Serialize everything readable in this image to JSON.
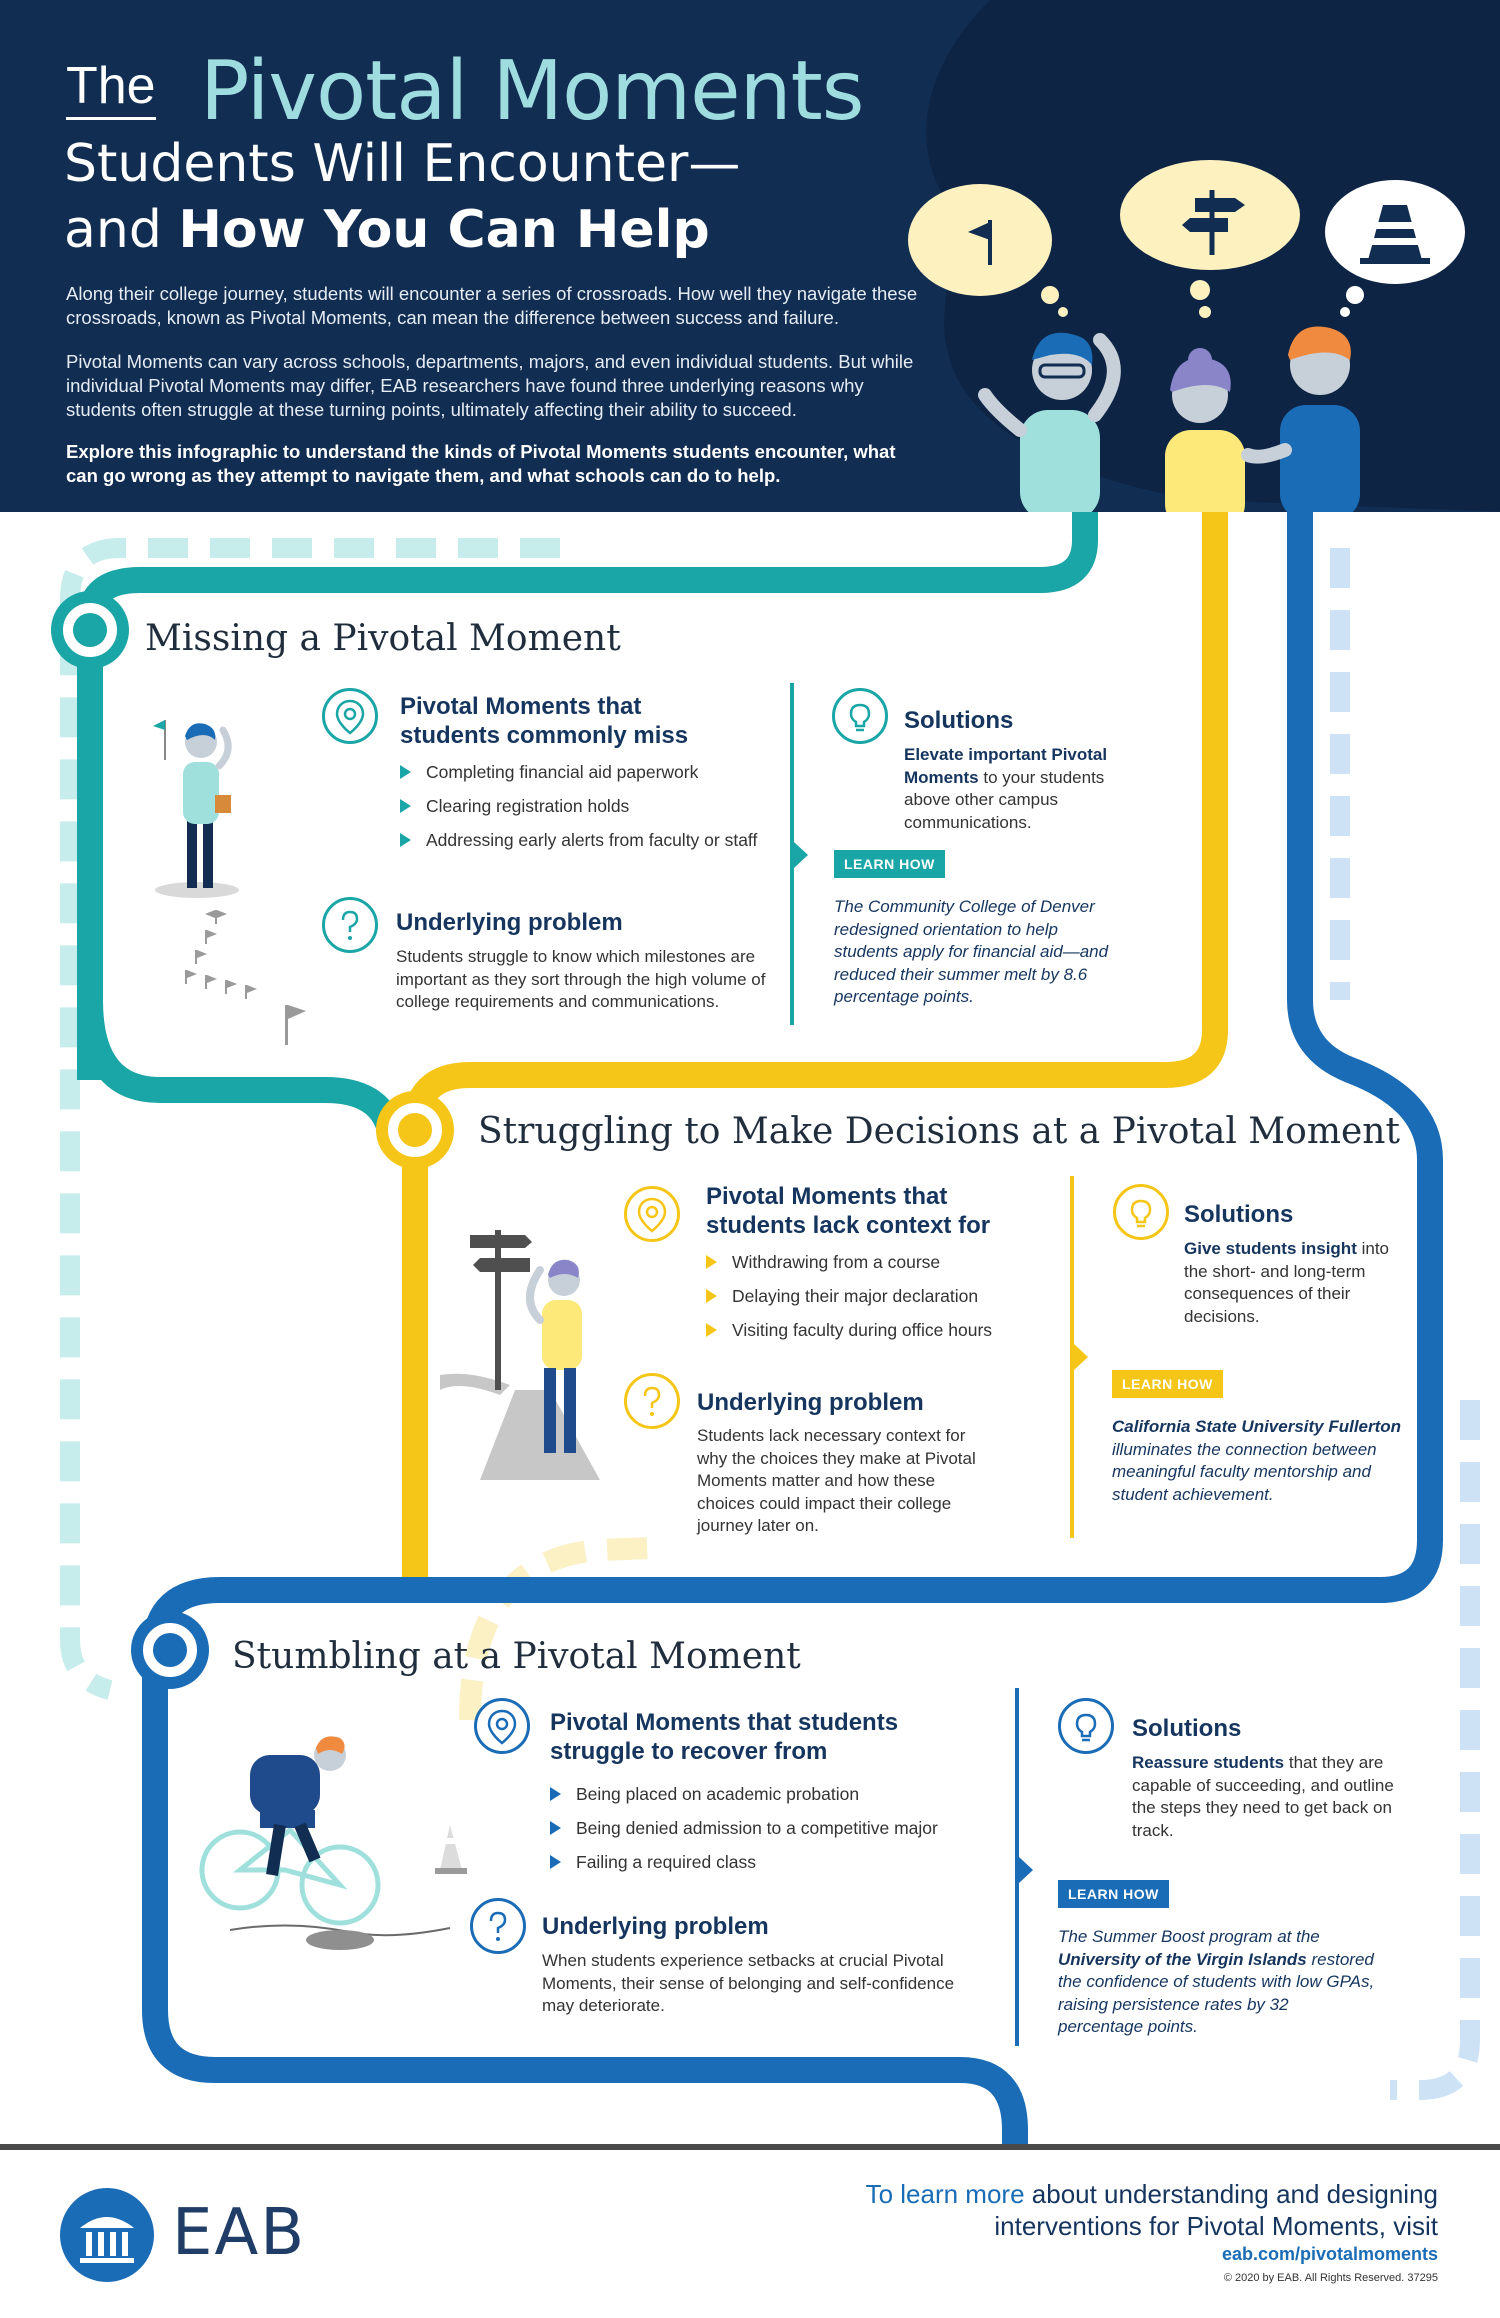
{
  "header": {
    "title_the": "The",
    "title_main": "Pivotal Moments",
    "title_line2": "Students Will Encounter—",
    "title_line3_prefix": "and ",
    "title_line3_bold": "How You Can Help",
    "intro_p1": "Along their college journey, students will encounter a series of crossroads. How well they navigate these crossroads, known as Pivotal Moments, can mean the difference between success and failure.",
    "intro_p2": "Pivotal Moments can vary across schools, departments, majors, and even individual students. But while individual Pivotal Moments may differ, EAB researchers have found three underlying reasons why students often struggle at these turning points, ultimately affecting their ability to succeed.",
    "intro_p3": "Explore this infographic to understand the kinds of Pivotal Moments students encounter, what can go wrong as they attempt to navigate them, and what schools can do to help."
  },
  "sections": [
    {
      "title": "Missing a Pivotal Moment",
      "moments_title": "Pivotal Moments that students commonly miss",
      "bullets": [
        "Completing financial aid paperwork",
        "Clearing registration holds",
        "Addressing early alerts from faculty or staff"
      ],
      "problem_title": "Underlying problem",
      "problem_text": "Students struggle to know which milestones are important as they sort through the high volume of college requirements and communications.",
      "solutions_title": "Solutions",
      "solutions_bold": "Elevate important Pivotal Moments",
      "solutions_rest": " to your students above other campus communications.",
      "learn_label": "LEARN HOW",
      "example_bold": "",
      "example_text": "The Community College of Denver redesigned orientation to help students apply for financial aid—and reduced their summer melt by 8.6 percentage points."
    },
    {
      "title": "Struggling to Make Decisions at a Pivotal Moment",
      "moments_title": "Pivotal Moments that students lack context for",
      "bullets": [
        "Withdrawing from a course",
        "Delaying their major declaration",
        "Visiting faculty during office hours"
      ],
      "problem_title": "Underlying problem",
      "problem_text": "Students lack necessary context for why the choices they make at Pivotal Moments matter and how these choices could impact their college journey later on.",
      "solutions_title": "Solutions",
      "solutions_bold": "Give students insight",
      "solutions_rest": " into the short- and long-term consequences of their decisions.",
      "learn_label": "LEARN HOW",
      "example_bold": "California State University Fullerton",
      "example_text": " illuminates the connection between meaningful faculty mentorship and student achievement."
    },
    {
      "title": "Stumbling at a Pivotal Moment",
      "moments_title": "Pivotal Moments that students struggle to recover from",
      "bullets": [
        "Being placed on academic probation",
        "Being denied admission to a competitive major",
        "Failing a required class"
      ],
      "problem_title": "Underlying problem",
      "problem_text": "When students experience setbacks at crucial Pivotal Moments, their sense of belonging and self-confidence may deteriorate.",
      "solutions_title": "Solutions",
      "solutions_bold": "Reassure students",
      "solutions_rest": " that they are capable of succeeding, and outline the steps they need to get back on track.",
      "learn_label": "LEARN HOW",
      "example_pre": "The Summer Boost program at the ",
      "example_bold": "University of the Virgin Islands",
      "example_text": " restored the confidence of students with low GPAs, raising persistence rates by 32 percentage points."
    }
  ],
  "colors": {
    "navy": "#112d52",
    "teal": "#1aa5a6",
    "yellow": "#f5c518",
    "blue": "#1a6cb6",
    "light_teal": "#c7ecec",
    "light_yellow": "#fbf1c4",
    "light_blue": "#cde3f5"
  },
  "footer": {
    "logo": "EAB",
    "cta_highlight": "To learn more",
    "cta_line1_rest": " about understanding and designing",
    "cta_line2": "interventions for Pivotal Moments, visit",
    "url": "eab.com/pivotalmoments",
    "copyright": "© 2020 by EAB. All Rights Reserved. 37295"
  }
}
